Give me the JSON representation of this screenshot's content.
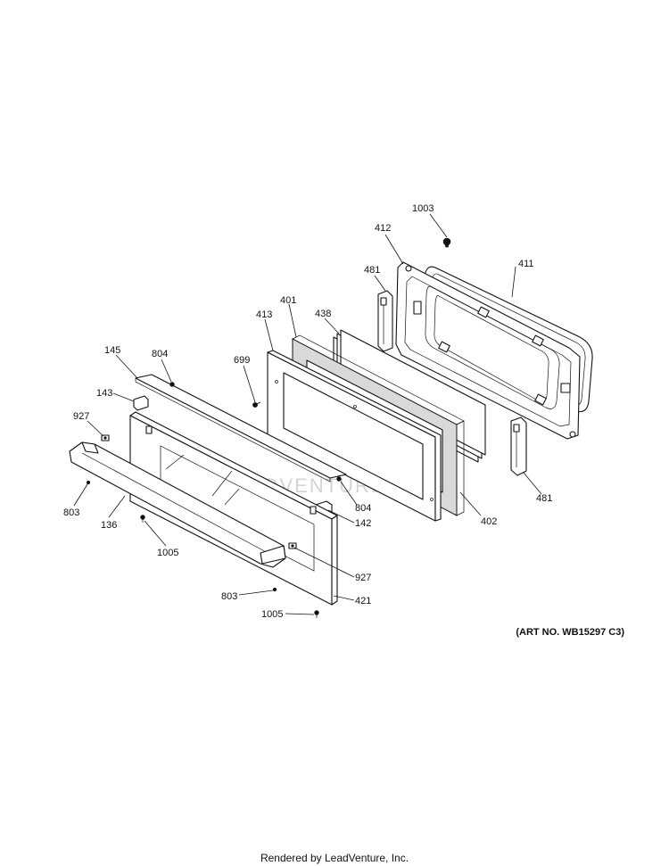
{
  "watermark": "LEADVENTURE",
  "art_number": "(ART NO. WB15297 C3)",
  "footer": "Rendered by LeadVenture, Inc.",
  "callouts": {
    "c1003": "1003",
    "c412": "412",
    "c411": "411",
    "c481_top": "481",
    "c401": "401",
    "c438": "438",
    "c413": "413",
    "c145": "145",
    "c804_top": "804",
    "c699": "699",
    "c143": "143",
    "c927_left": "927",
    "c803_left": "803",
    "c136": "136",
    "c804_mid": "804",
    "c142": "142",
    "c402": "402",
    "c481_bottom": "481",
    "c1005_mid": "1005",
    "c927_right": "927",
    "c803_bottom": "803",
    "c421": "421",
    "c1005_bottom": "1005"
  }
}
